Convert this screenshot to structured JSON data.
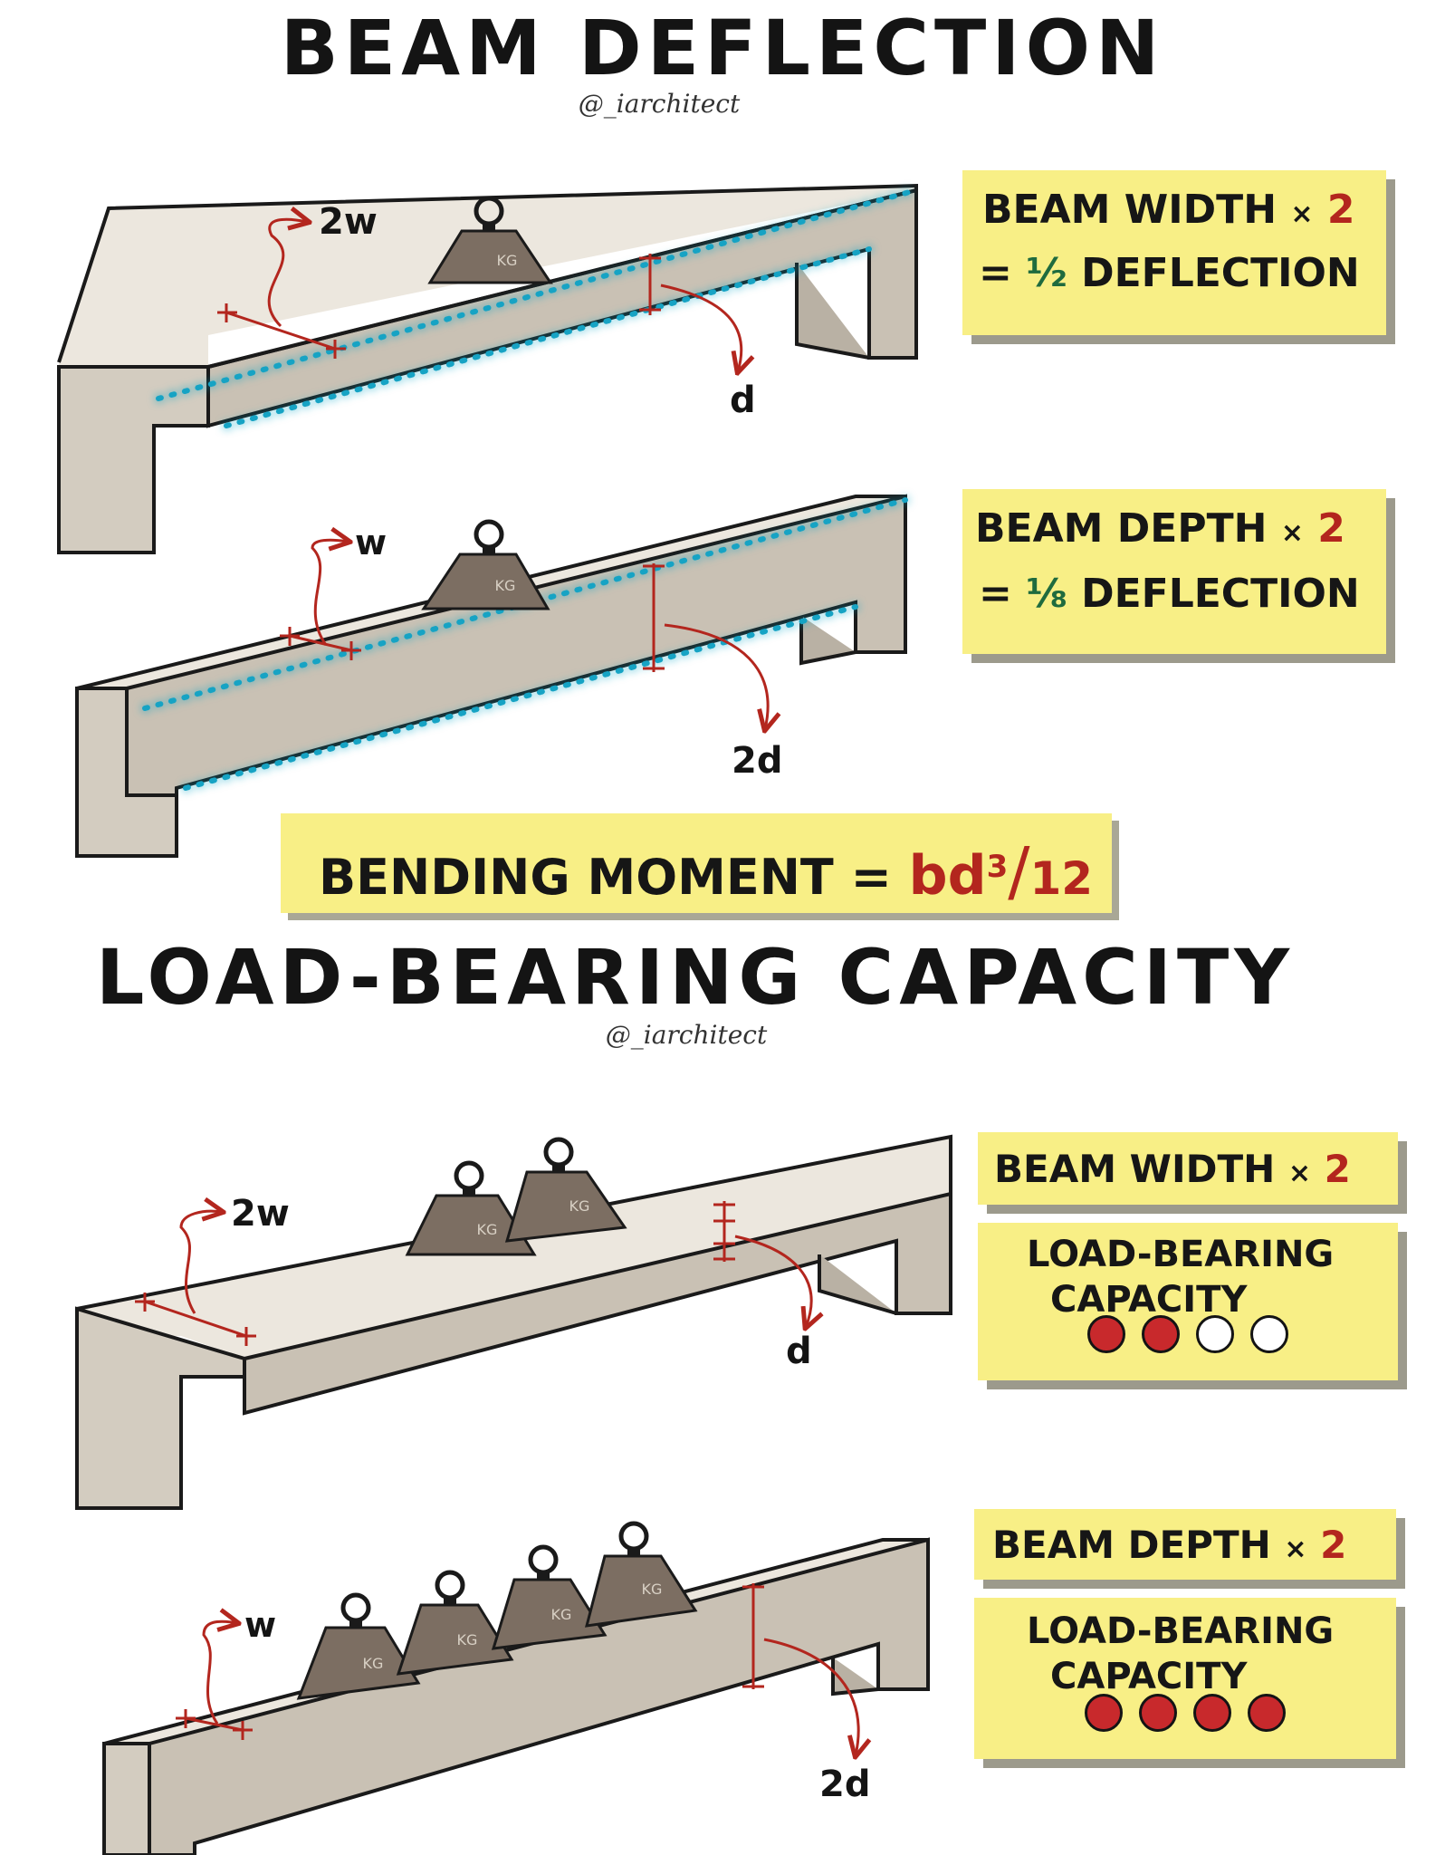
{
  "section1": {
    "title": "BEAM DEFLECTION",
    "handle": "@_iarchitect"
  },
  "section2": {
    "title": "LOAD-BEARING CAPACITY",
    "handle": "@_iarchitect"
  },
  "colors": {
    "beam": "#d3ccc0",
    "outline": "#1a1a1a",
    "note": "#f8ef86",
    "red": "#b3261e",
    "glow": "#18a3c4",
    "weight": "#7c6e62",
    "dot_filled": "#c8292c"
  },
  "notes": {
    "width_deflection": {
      "line1": "BEAM WIDTH",
      "mult": "×",
      "factor": "2",
      "eq": "=",
      "fraction": "½",
      "result": "DEFLECTION"
    },
    "depth_deflection": {
      "line1": "BEAM DEPTH",
      "mult": "×",
      "factor": "2",
      "eq": "=",
      "fraction": "⅛",
      "result": "DEFLECTION"
    },
    "width_capacity": {
      "line1": "BEAM WIDTH",
      "mult": "×",
      "factor": "2"
    },
    "width_capacity_panel": {
      "line1": "LOAD-BEARING",
      "line2": "CAPACITY",
      "rating": 2,
      "rating_max": 4
    },
    "depth_capacity": {
      "line1": "BEAM DEPTH",
      "mult": "×",
      "factor": "2"
    },
    "depth_capacity_panel": {
      "line1": "LOAD-BEARING",
      "line2": "CAPACITY",
      "rating": 4,
      "rating_max": 4
    }
  },
  "formula": {
    "label": "BENDING MOMENT",
    "eq": "=",
    "numerator": "bd",
    "exponent": "3",
    "denominator": "12"
  },
  "weights": {
    "label": "KG"
  },
  "beams": [
    {
      "width_label": "2w",
      "depth_label": "d",
      "weights": 1
    },
    {
      "width_label": "w",
      "depth_label": "2d",
      "weights": 1
    },
    {
      "width_label": "2w",
      "depth_label": "d",
      "weights": 2
    },
    {
      "width_label": "w",
      "depth_label": "2d",
      "weights": 4
    }
  ]
}
